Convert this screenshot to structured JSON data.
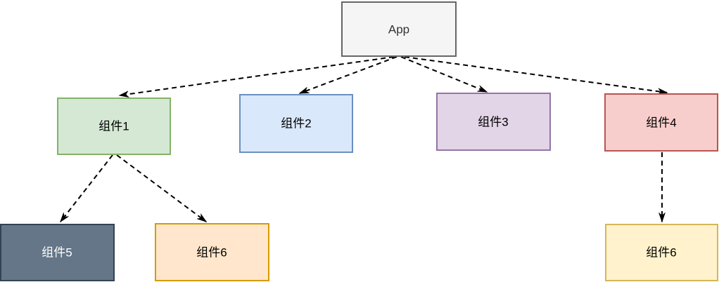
{
  "diagram": {
    "type": "component-tree",
    "background": "#ffffff",
    "edge_style": {
      "color": "#000000",
      "dash": "7 5",
      "width": 2
    },
    "nodes": [
      {
        "id": "app",
        "label": "App",
        "fill": "#f5f5f5",
        "stroke": "#666666",
        "text_color": "#333333"
      },
      {
        "id": "comp1",
        "label": "组件1",
        "fill": "#d5e8d4",
        "stroke": "#82b366",
        "text_color": "#000000"
      },
      {
        "id": "comp2",
        "label": "组件2",
        "fill": "#dae8fc",
        "stroke": "#6c8ebf",
        "text_color": "#000000"
      },
      {
        "id": "comp3",
        "label": "组件3",
        "fill": "#e1d5e7",
        "stroke": "#9673a6",
        "text_color": "#000000"
      },
      {
        "id": "comp4",
        "label": "组件4",
        "fill": "#f8cecc",
        "stroke": "#b85450",
        "text_color": "#000000"
      },
      {
        "id": "comp5",
        "label": "组件5",
        "fill": "#647687",
        "stroke": "#314354",
        "text_color": "#ffffff"
      },
      {
        "id": "comp6-left",
        "label": "组件6",
        "fill": "#ffe6cc",
        "stroke": "#d79b00",
        "text_color": "#000000"
      },
      {
        "id": "comp6-right",
        "label": "组件6",
        "fill": "#fff2cc",
        "stroke": "#d6b656",
        "text_color": "#000000"
      }
    ],
    "edges": [
      {
        "from": "app",
        "to": "comp1"
      },
      {
        "from": "app",
        "to": "comp2"
      },
      {
        "from": "app",
        "to": "comp3"
      },
      {
        "from": "app",
        "to": "comp4"
      },
      {
        "from": "comp1",
        "to": "comp5"
      },
      {
        "from": "comp1",
        "to": "comp6-left"
      },
      {
        "from": "comp4",
        "to": "comp6-right"
      }
    ]
  }
}
